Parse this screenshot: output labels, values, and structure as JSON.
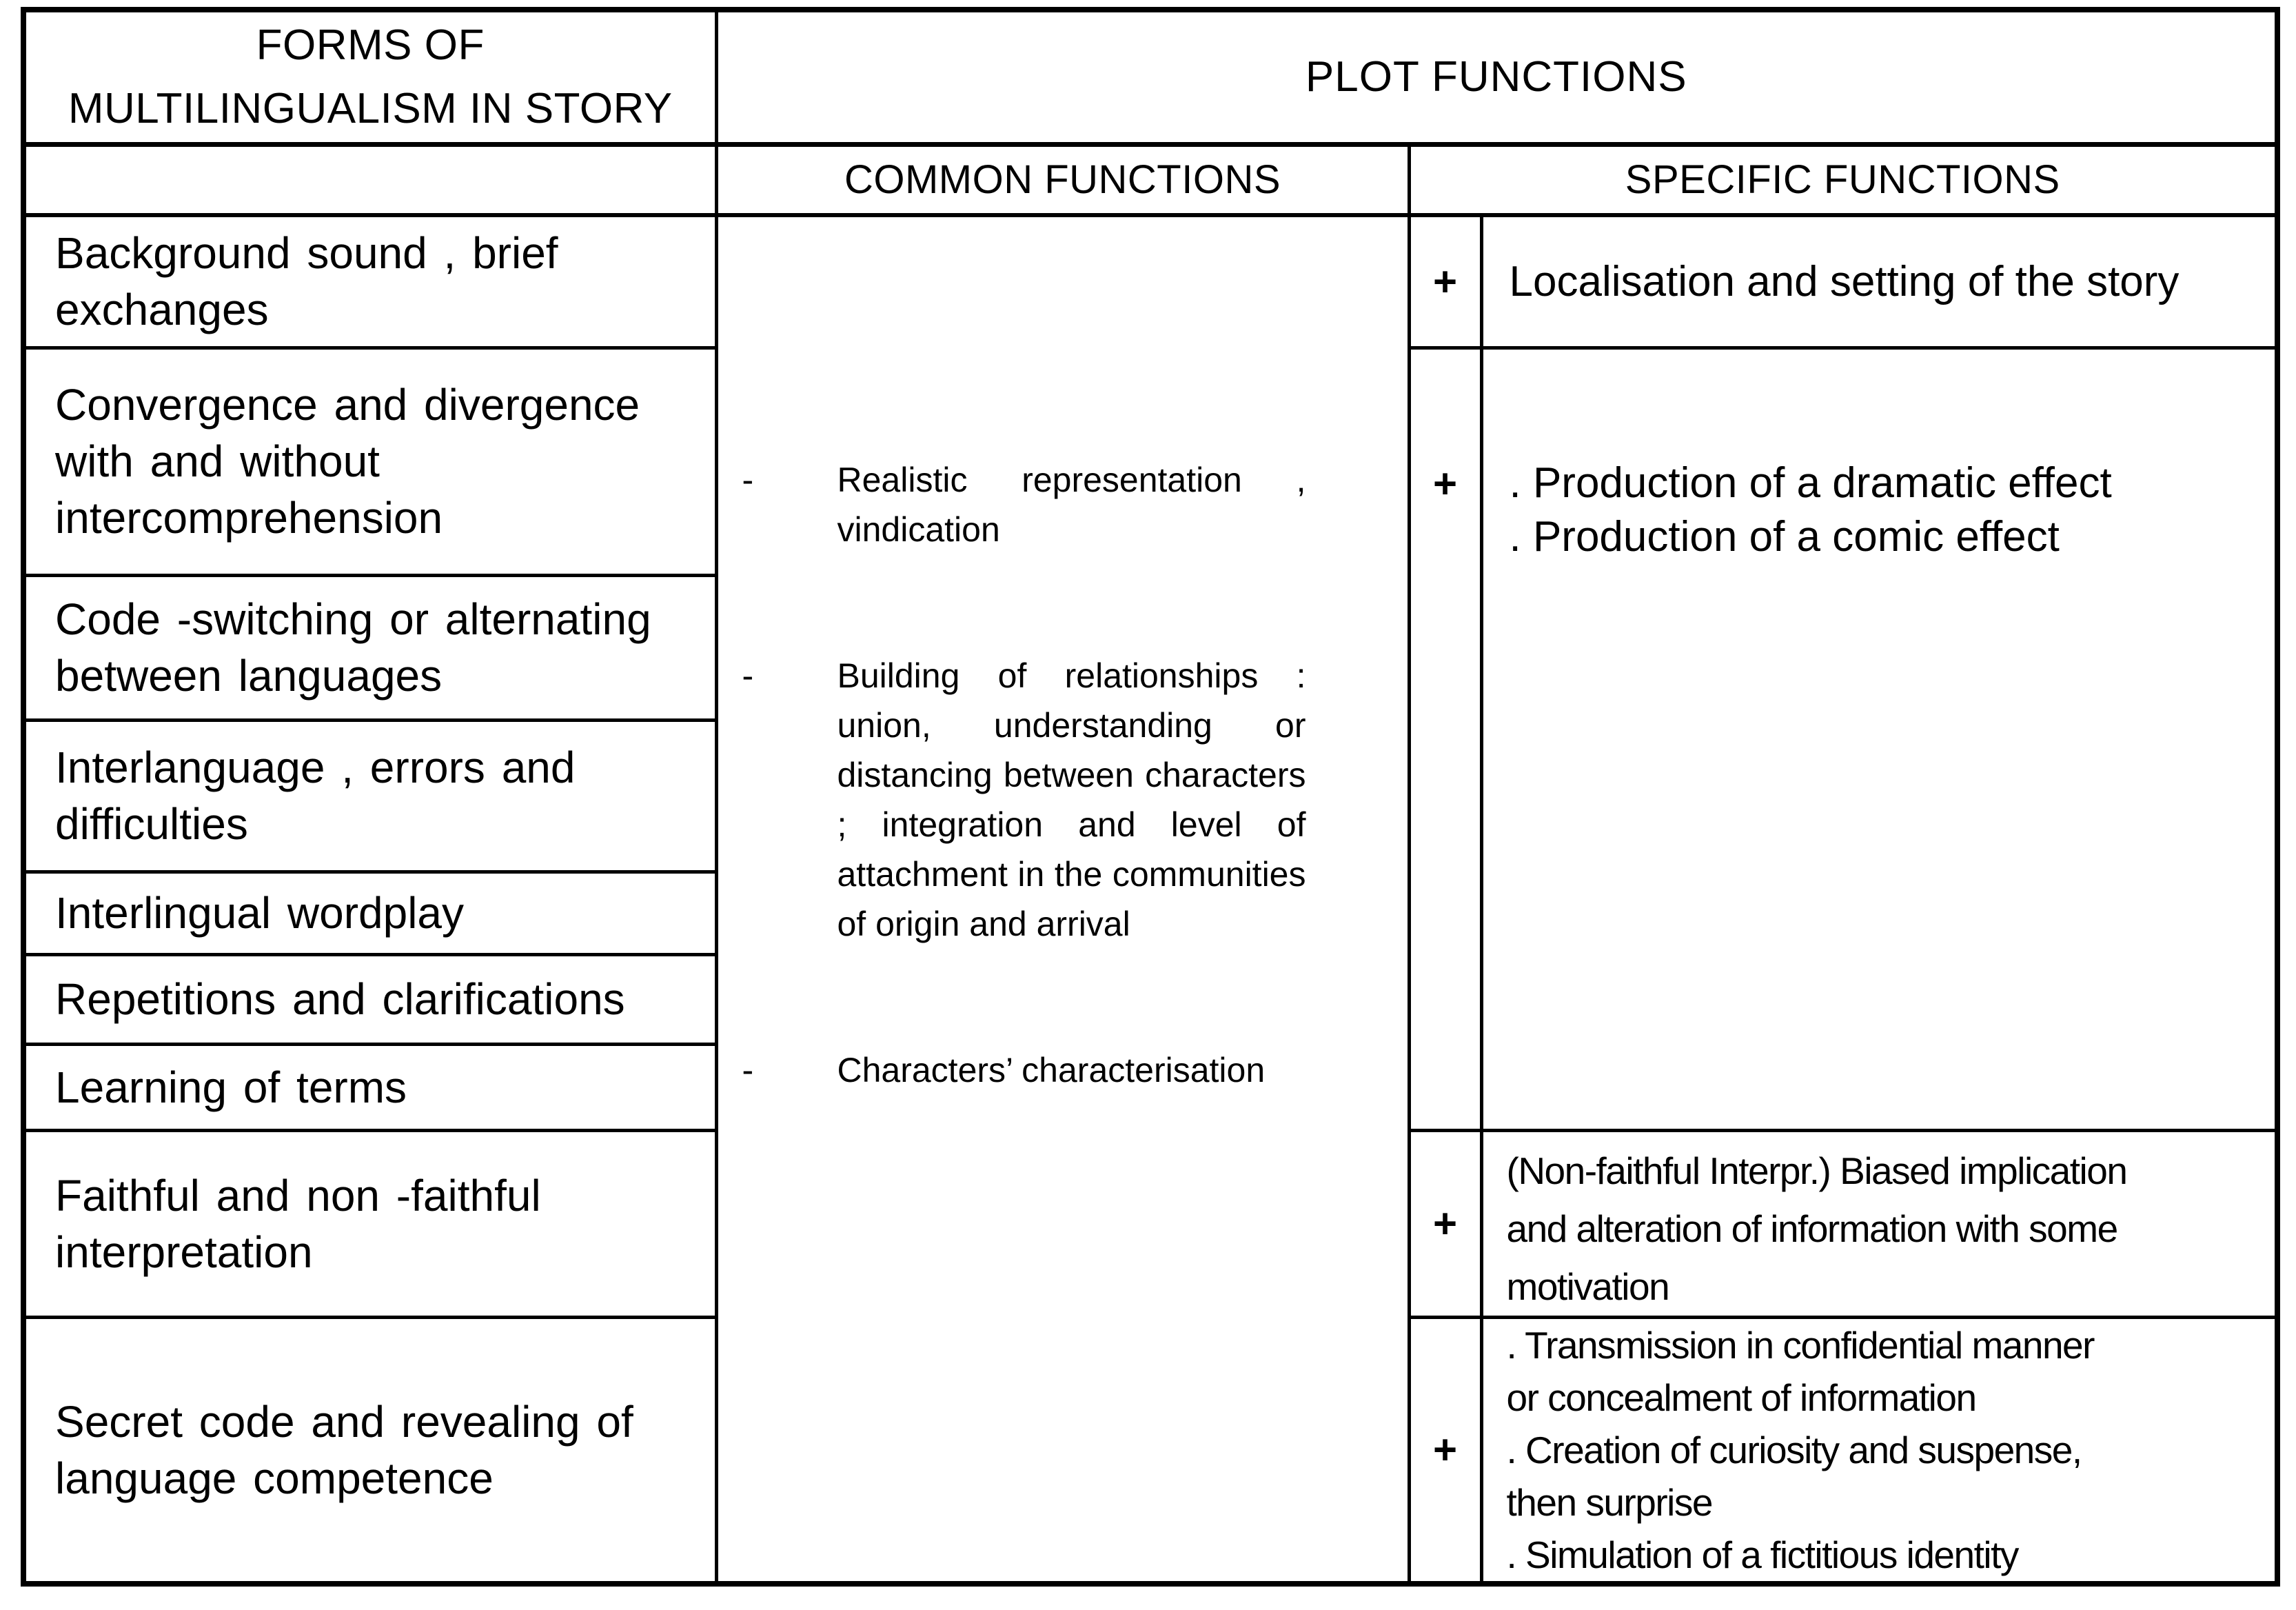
{
  "header": {
    "left_title": "FORMS OF\nMULTILINGUALISM IN STORY",
    "plot_title": "PLOT FUNCTIONS",
    "common_title": "COMMON FUNCTIONS",
    "specific_title": "SPECIFIC FUNCTIONS"
  },
  "forms": [
    "Background sound , brief exchanges",
    "Convergence and divergence with and without intercomprehension",
    "Code -switching or alternating between languages",
    "Interlanguage , errors and difficulties",
    "Interlingual wordplay",
    "Repetitions and clarifications",
    "Learning of terms",
    "Faithful and non -faithful interpretation",
    "Secret code and revealing of language competence"
  ],
  "common_functions": {
    "marker": "-",
    "items": [
      "Realistic representation , vindication",
      "Building of relationships : union, understanding or distancing between characters ; integration and level of attachment in the communities of origin and arrival",
      "Characters’ characterisation"
    ]
  },
  "specific_functions": {
    "rows": [
      {
        "marker": "+",
        "text": "Localisation and setting of the story"
      },
      {
        "marker": "+",
        "text": ". Production of a dramatic effect\n. Production of a comic effect"
      },
      {
        "marker": "+",
        "text": "(Non-faithful Interpr.) Biased implication\nand alteration of information with some\nmotivation"
      },
      {
        "marker": "+",
        "text": ". Transmission in confidential manner\nor concealment of information\n. Creation of curiosity and suspense,\nthen surprise\n. Simulation of a fictitious identity"
      }
    ]
  }
}
